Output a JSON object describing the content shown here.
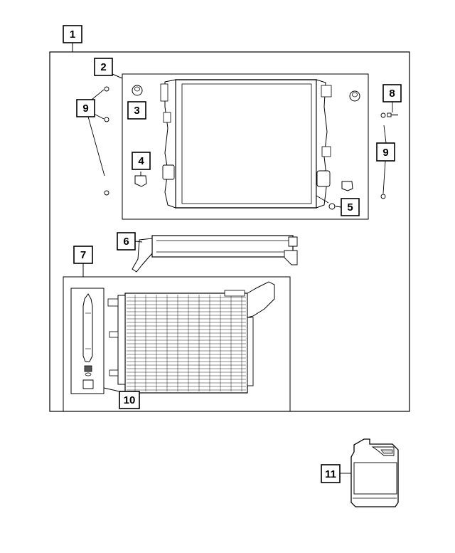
{
  "callouts": {
    "c1": "1",
    "c2": "2",
    "c3": "3",
    "c4": "4",
    "c5": "5",
    "c6": "6",
    "c7": "7",
    "c8": "8",
    "c9a": "9",
    "c9b": "9",
    "c10": "10",
    "c11": "11"
  },
  "colors": {
    "line": "#000000",
    "fill": "#ffffff",
    "shade": "#d9d9d9"
  },
  "parts": {
    "radiator": "radiator-assembly",
    "oil_cooler": "transmission-oil-cooler",
    "condenser": "ac-condenser",
    "receiver_drier": "receiver-drier",
    "coolant_jug": "coolant-container"
  }
}
